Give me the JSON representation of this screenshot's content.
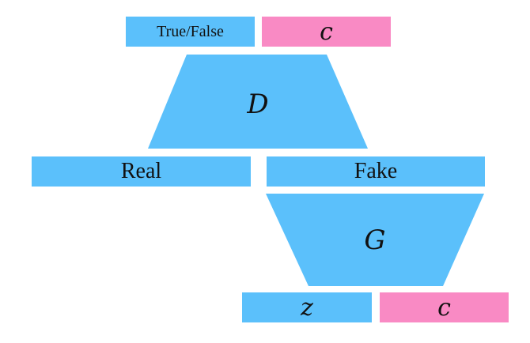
{
  "discriminator": {
    "label": "D",
    "output_label": "True/False",
    "condition_label": "c"
  },
  "inputs": {
    "real_label": "Real",
    "fake_label": "Fake"
  },
  "generator": {
    "label": "G",
    "noise_label": "z",
    "condition_label": "c"
  },
  "colors": {
    "block_blue": "#5bc0fb",
    "condition_pink": "#f98ac4",
    "text": "#111111"
  }
}
